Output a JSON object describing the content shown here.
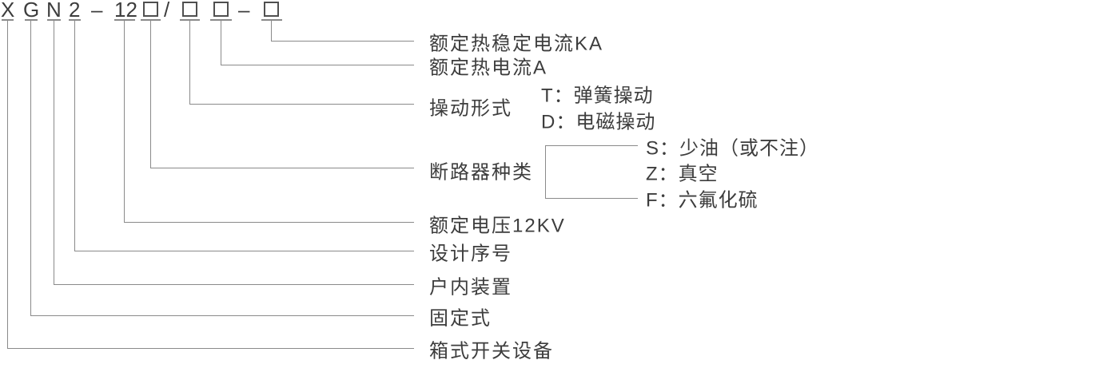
{
  "model_code": {
    "full": "XGN2-12□/□□-□",
    "c0": "X",
    "c1": "G",
    "c2": "N",
    "c3": "2",
    "c4": "–",
    "c5": "12",
    "c6": "/",
    "c7": "–"
  },
  "labels": [
    {
      "text": "额定热稳定电流KA"
    },
    {
      "text": "额定热电流A"
    },
    {
      "text": "操动形式"
    },
    {
      "text": "断路器种类"
    },
    {
      "text": "额定电压12KV"
    },
    {
      "text": "设计序号"
    },
    {
      "text": "户内装置"
    },
    {
      "text": "固定式"
    },
    {
      "text": "箱式开关设备"
    }
  ],
  "operation_mode_options": [
    {
      "text": "T：弹簧操动"
    },
    {
      "text": "D：电磁操动"
    }
  ],
  "breaker_type_options": [
    {
      "text": "S：少油（或不注）"
    },
    {
      "text": "Z：真空"
    },
    {
      "text": "F：六氟化硫"
    }
  ],
  "colors": {
    "text": "#3d3d3d",
    "line": "#8a8a8a",
    "box_border": "#4f4f4f",
    "background": "#ffffff"
  }
}
